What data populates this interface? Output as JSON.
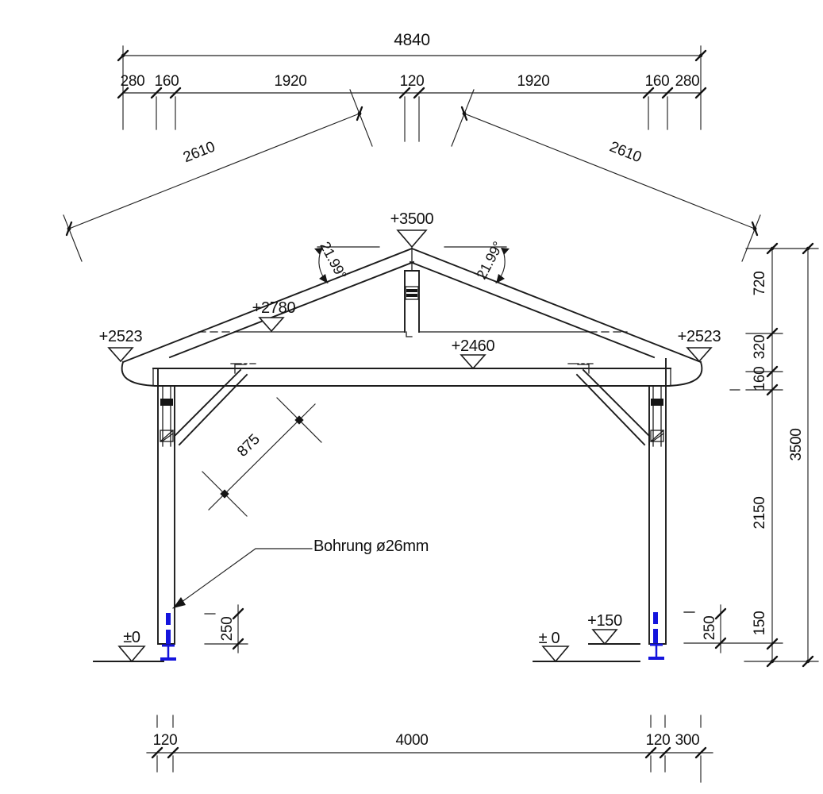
{
  "note": {
    "bolt_hole": "Bohrung ø26mm"
  },
  "colors": {
    "accent_blue": "#1414dd",
    "line": "#1c1c1c"
  },
  "dims": {
    "top_overall": "4840",
    "top_segments": [
      "280",
      "160",
      "1920",
      "120",
      "1920",
      "160",
      "280"
    ],
    "rafter_left": "2610",
    "rafter_right": "2610",
    "angle_left": "21.99°",
    "angle_right": "21.99°",
    "right_chain": {
      "segments": [
        "720",
        "320",
        "160",
        "2150",
        "150"
      ],
      "overall": "3500"
    },
    "brace": "875",
    "anchor_left": "250",
    "anchor_right": "250",
    "bottom_segments": [
      "120",
      "4000",
      "120",
      "300"
    ]
  },
  "levels": {
    "ridge": "+3500",
    "collar": "+2780",
    "beam": "+2460",
    "eave_left": "+2523",
    "eave_right": "+2523",
    "ground_left": "±0",
    "ground_right": "± 0",
    "base_right": "+150"
  }
}
